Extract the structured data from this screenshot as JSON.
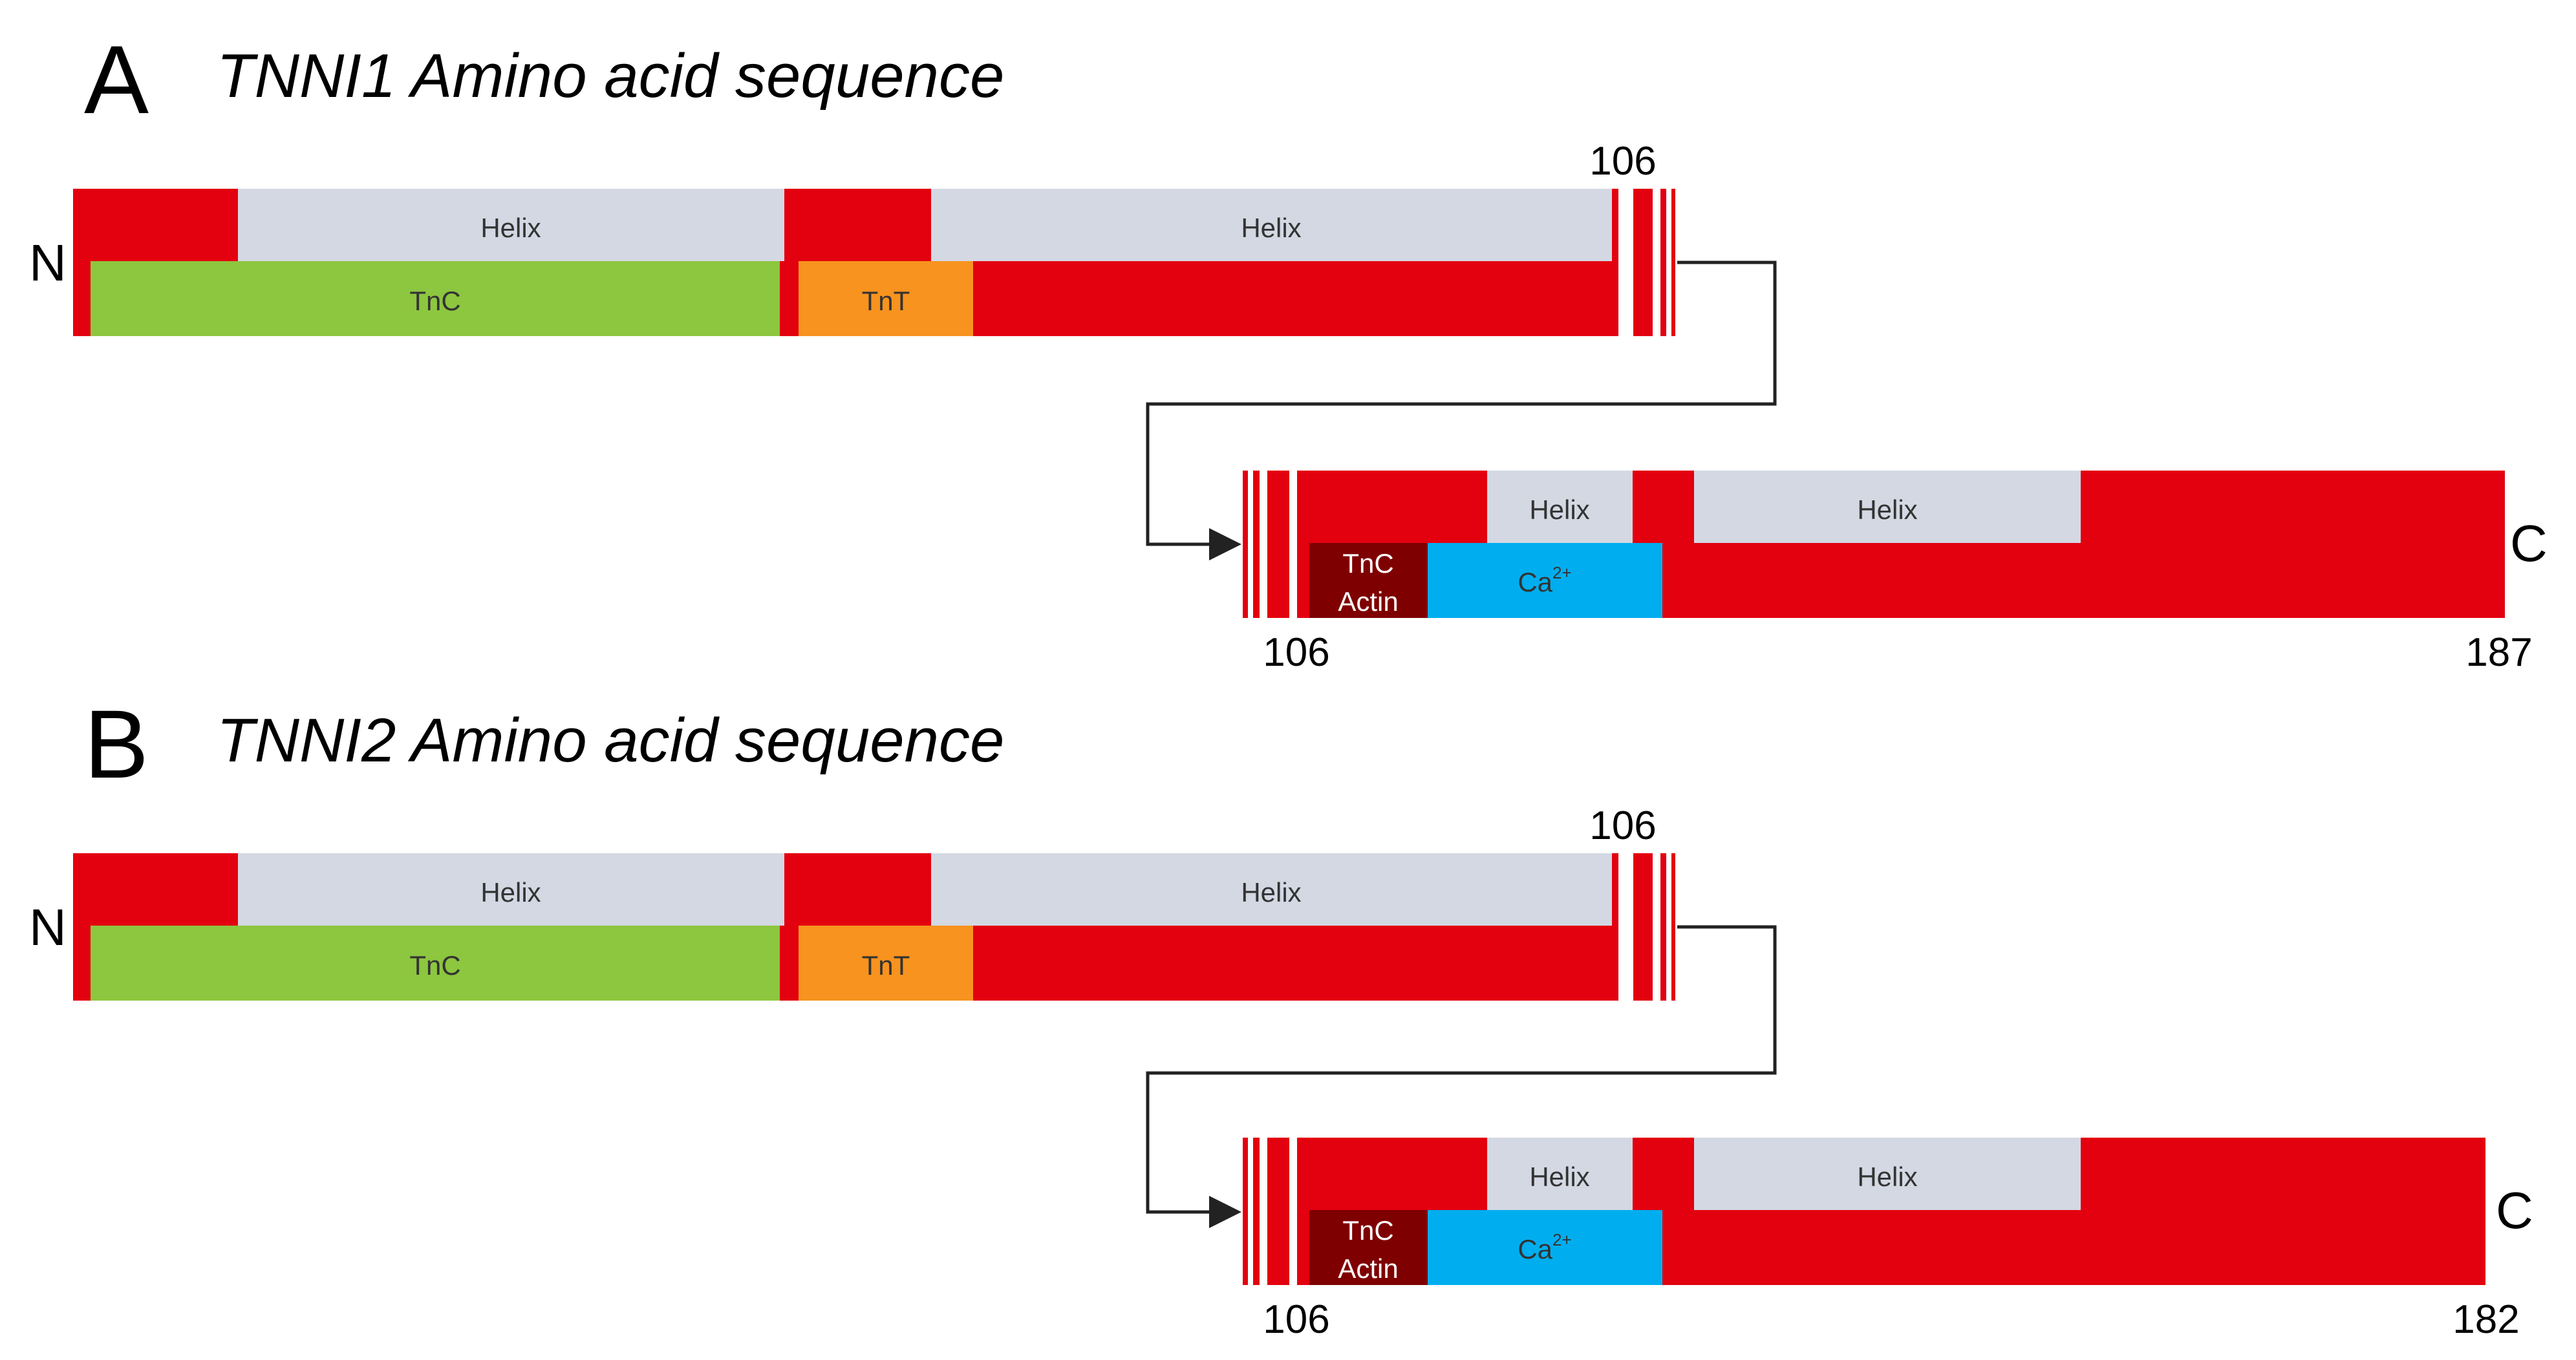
{
  "panels": [
    {
      "letter": "A",
      "title": "TNNI1 Amino acid sequence",
      "n_terminus": "N",
      "c_terminus": "C",
      "break_label_top": "106",
      "break_label_bottom": "106",
      "end_label": "187",
      "helix_label": "Helix",
      "tnc_label": "TnC",
      "tnt_label": "TnT",
      "tnc_actin_line1": "TnC",
      "tnc_actin_line2": "Actin",
      "ca_label": "Ca",
      "ca_superscript": "2+"
    },
    {
      "letter": "B",
      "title": "TNNI2 Amino acid sequence",
      "n_terminus": "N",
      "c_terminus": "C",
      "break_label_top": "106",
      "break_label_bottom": "106",
      "end_label": "182",
      "helix_label": "Helix",
      "tnc_label": "TnC",
      "tnt_label": "TnT",
      "tnc_actin_line1": "TnC",
      "tnc_actin_line2": "Actin",
      "ca_label": "Ca",
      "ca_superscript": "2+"
    }
  ],
  "colors": {
    "sequence": "#e3000f",
    "helix": "#d3d8e3",
    "tnc": "#8dc63f",
    "tnt": "#f7931e",
    "tnc_actin": "#7f0000",
    "calcium": "#00aeef",
    "connector": "#222222"
  }
}
